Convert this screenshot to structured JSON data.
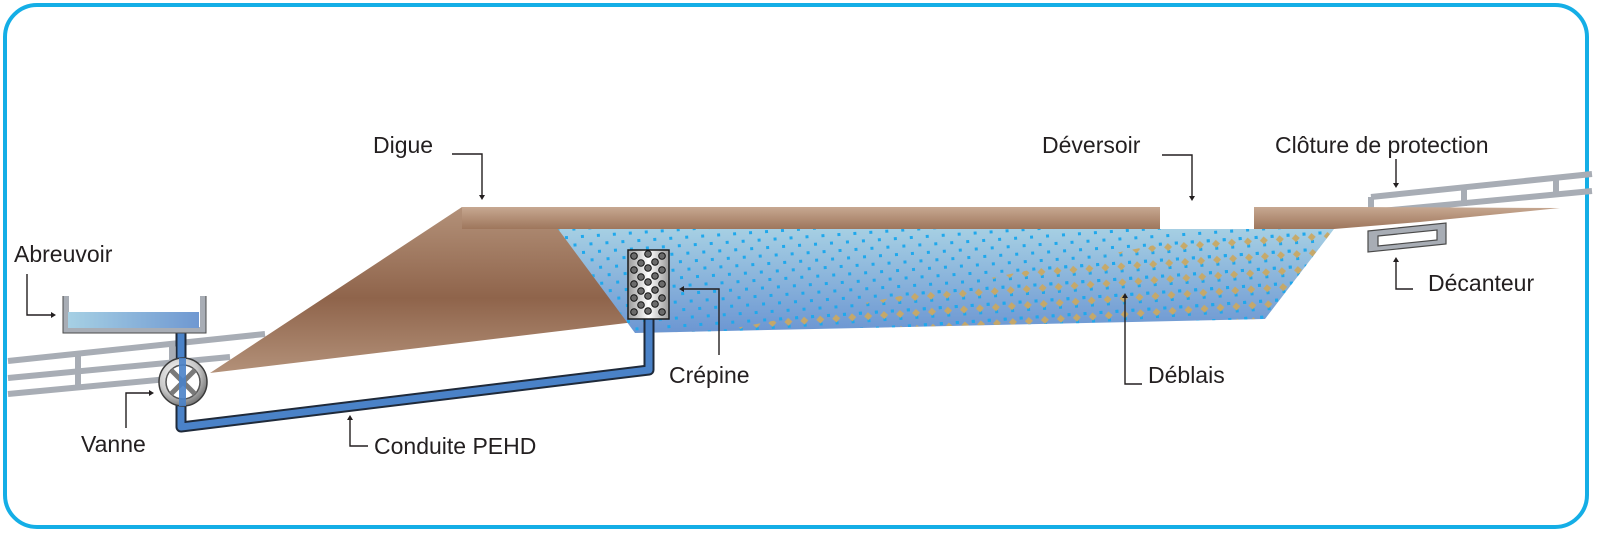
{
  "diagram": {
    "title": "",
    "colors": {
      "frame": "#14aee6",
      "earth_light": "#b39179",
      "earth_dark": "#8f644b",
      "water_light": "#a6cfe3",
      "water_dark": "#6c96d2",
      "water_dots": "#1fa8ec",
      "sediment": "#c9a863",
      "pipe": "#4a82c8",
      "fence": "#a8adb5",
      "text": "#231f20"
    },
    "labels": {
      "abreuvoir": "Abreuvoir",
      "vanne": "Vanne",
      "conduite": "Conduite PEHD",
      "digue": "Digue",
      "crepine": "Crépine",
      "deversoir": "Déversoir",
      "deblais": "Déblais",
      "cloture": "Clôture de protection",
      "decanteur": "Décanteur"
    },
    "components": [
      {
        "id": "abreuvoir",
        "name": "Abreuvoir",
        "icon": "trough-icon"
      },
      {
        "id": "vanne",
        "name": "Vanne",
        "icon": "valve-icon"
      },
      {
        "id": "conduite",
        "name": "Conduite PEHD",
        "icon": "pipe-icon"
      },
      {
        "id": "digue",
        "name": "Digue",
        "icon": "dike-shape"
      },
      {
        "id": "crepine",
        "name": "Crépine",
        "icon": "strainer-icon"
      },
      {
        "id": "deversoir",
        "name": "Déversoir",
        "icon": "spillway-gap"
      },
      {
        "id": "deblais",
        "name": "Déblais",
        "icon": "sediment-pattern"
      },
      {
        "id": "cloture",
        "name": "Clôture de protection",
        "icon": "fence-icon"
      },
      {
        "id": "decanteur",
        "name": "Décanteur",
        "icon": "settler-icon"
      }
    ]
  }
}
